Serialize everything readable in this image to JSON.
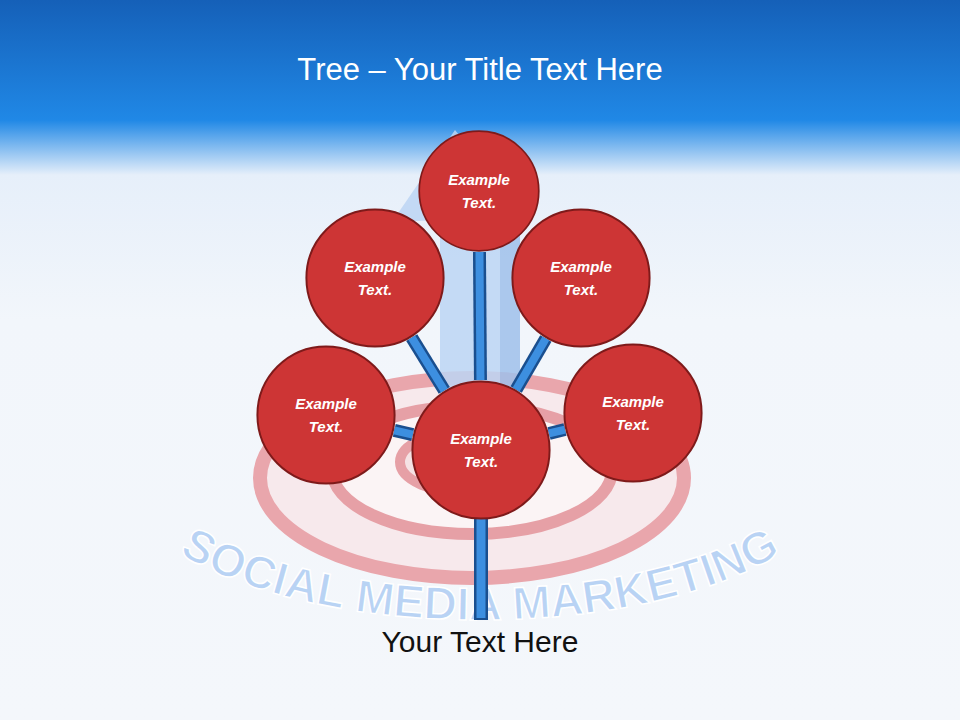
{
  "diagram": {
    "title": "Tree – Your Title Text Here",
    "caption": "Your Text Here",
    "nodes": [
      {
        "text": [
          "Example Text."
        ]
      },
      {
        "text": [
          "Example Text."
        ]
      },
      {
        "text": [
          "Example Text."
        ]
      },
      {
        "text": [
          "Example Text."
        ]
      },
      {
        "text": [
          "Example Text."
        ]
      },
      {
        "text": [
          "Example Text."
        ]
      }
    ],
    "edges": [
      {
        "from": 4,
        "to": 0,
        "arrow": "none"
      },
      {
        "from": 4,
        "to": 1,
        "arrow": "none"
      },
      {
        "from": 4,
        "to": 2,
        "arrow": "none"
      },
      {
        "from": 4,
        "to": 3,
        "arrow": "none"
      },
      {
        "from": 4,
        "to": 5,
        "arrow": "none"
      }
    ],
    "labels": [
      "SOCIAL MEDIA MARKETING"
    ]
  }
}
